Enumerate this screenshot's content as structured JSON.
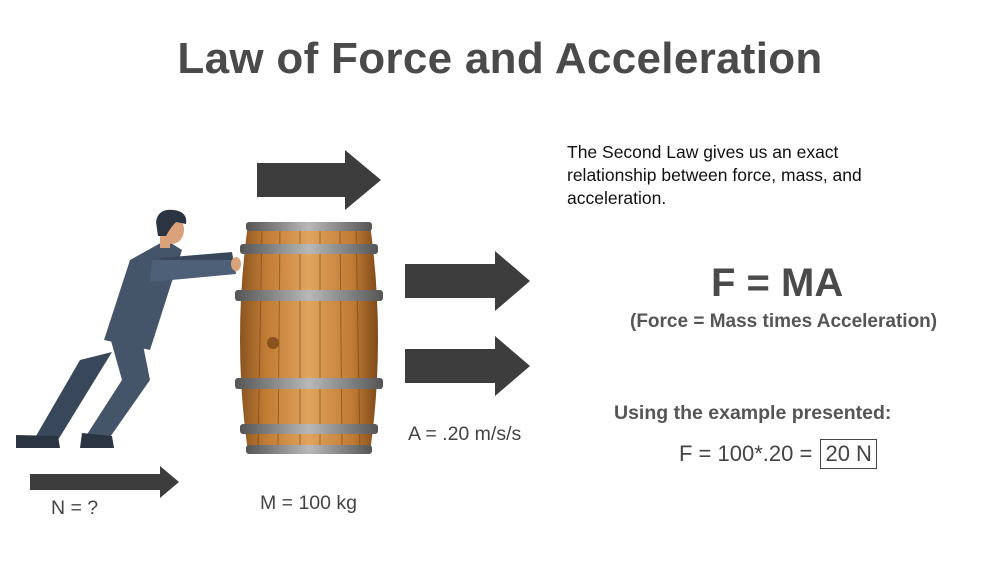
{
  "title": "Law of Force and Acceleration",
  "description": "The Second Law gives us an exact relationship between force, mass, and acceleration.",
  "formula": "F = MA",
  "formula_note": "(Force = Mass times Acceleration)",
  "example_label": "Using the example presented:",
  "calculation": "F = 100*.20 =",
  "result": "20 N",
  "labels": {
    "acceleration": "A = .20 m/s/s",
    "mass": "M = 100 kg",
    "force_unknown": "N = ?"
  },
  "colors": {
    "arrow": "#3d3d3d",
    "suit": "#445569",
    "barrel_wood": "#c8873c",
    "barrel_hoop": "#8a8a8a"
  }
}
